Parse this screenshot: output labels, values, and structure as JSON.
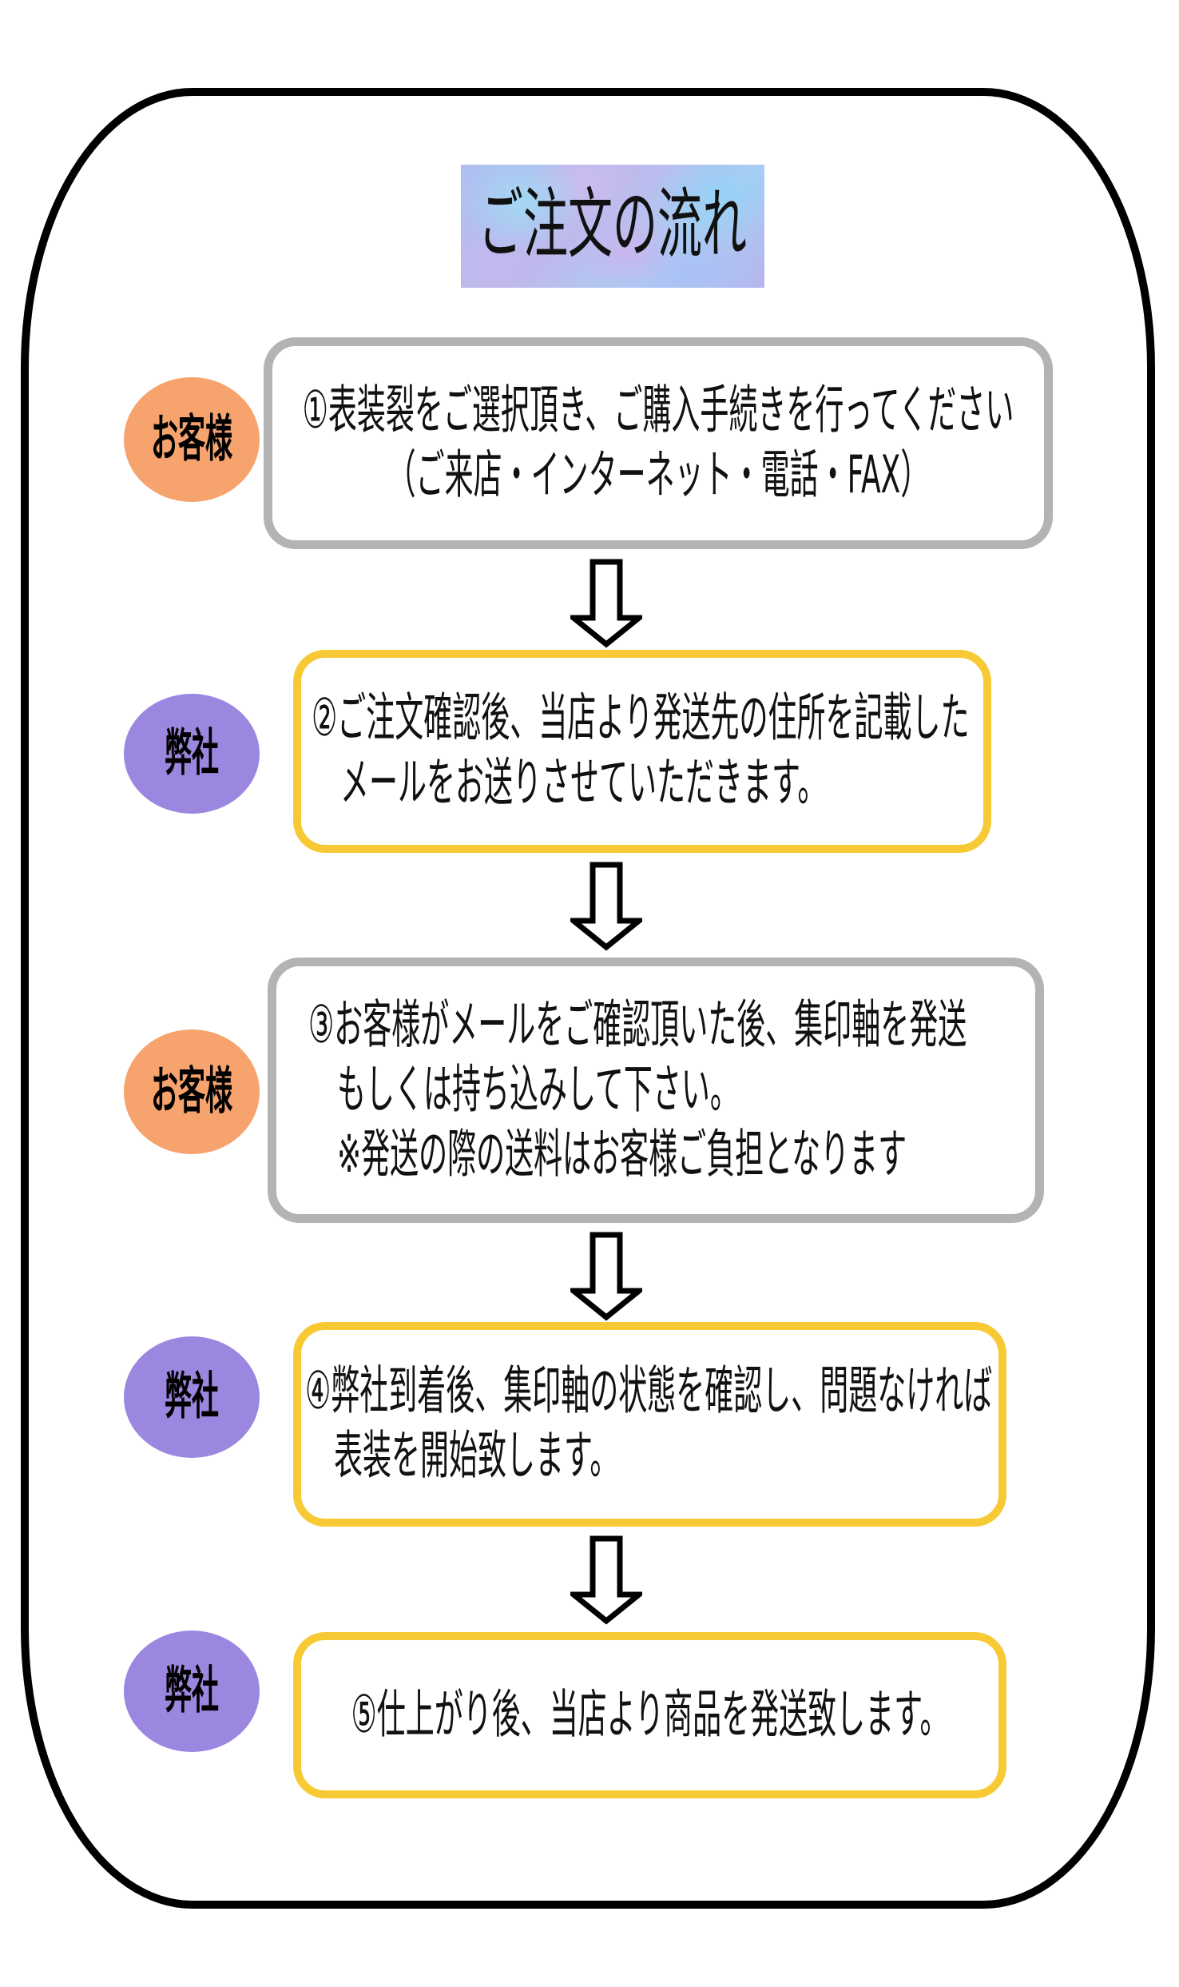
{
  "title": "ご注文の流れ",
  "colors": {
    "customer_circle": "#f6a36e",
    "company_circle": "#9b87df",
    "customer_box_border": "#b3b3b3",
    "company_box_border": "#f7c935",
    "frame_border": "#000000"
  },
  "steps": [
    {
      "actor": "お客様",
      "actor_type": "customer",
      "lines": [
        "①表装裂をご選択頂き、ご購入手続きを行ってください",
        "（ご来店・インターネット・電話・FAX）"
      ]
    },
    {
      "actor": "弊社",
      "actor_type": "company",
      "lines": [
        "②ご注文確認後、当店より発送先の住所を記載した",
        "メールをお送りさせていただきます。"
      ]
    },
    {
      "actor": "お客様",
      "actor_type": "customer",
      "lines": [
        "③お客様がメールをご確認頂いた後、集印軸を発送",
        "もしくは持ち込みして下さい。",
        "※発送の際の送料はお客様ご負担となります"
      ]
    },
    {
      "actor": "弊社",
      "actor_type": "company",
      "lines": [
        "④弊社到着後、集印軸の状態を確認し、問題なければ",
        "表装を開始致します。"
      ]
    },
    {
      "actor": "弊社",
      "actor_type": "company",
      "lines": [
        "⑤仕上がり後、当店より商品を発送致します。"
      ]
    }
  ],
  "arrows": [
    {
      "icon": "down-arrow-icon"
    },
    {
      "icon": "down-arrow-icon"
    },
    {
      "icon": "down-arrow-icon"
    },
    {
      "icon": "down-arrow-icon"
    }
  ]
}
